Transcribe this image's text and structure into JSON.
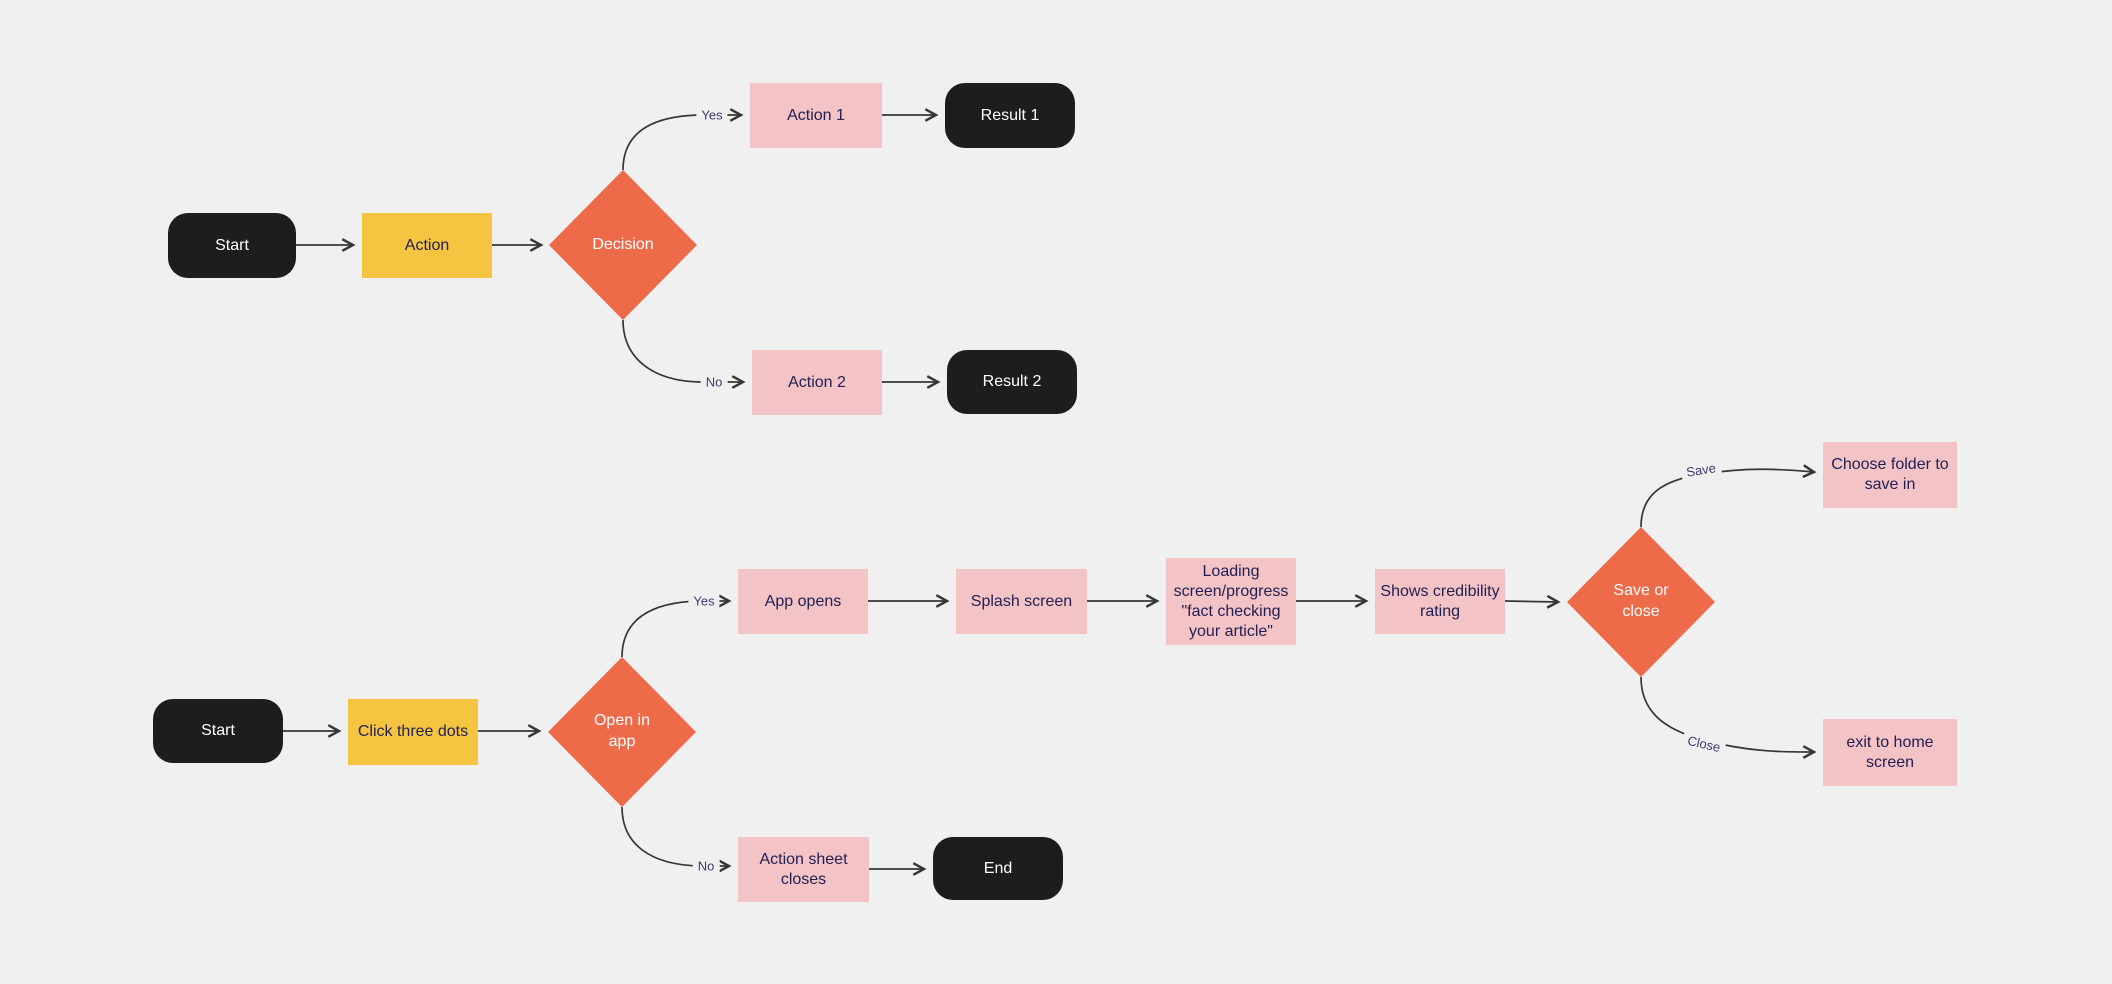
{
  "colors": {
    "bg": "#F0F0F0",
    "node_black": "#1D1D1D",
    "node_yellow": "#F5C542",
    "node_orange": "#EE6B4A",
    "node_pink": "#F3C3C5",
    "text_dark": "#232053",
    "text_light": "#FFFFFF",
    "connector": "#363636",
    "edge_label": "#3E3D70"
  },
  "flow1": {
    "start": "Start",
    "action": "Action",
    "decision": "Decision",
    "yes": "Yes",
    "no": "No",
    "action1": "Action 1",
    "result1": "Result 1",
    "action2": "Action 2",
    "result2": "Result 2"
  },
  "flow2": {
    "start": "Start",
    "click_three_dots": "Click three dots",
    "open_in_app": "Open in app",
    "yes": "Yes",
    "no": "No",
    "app_opens": "App opens",
    "splash_screen": "Splash screen",
    "loading": "Loading screen/progress \"fact checking your article\"",
    "credibility": "Shows credibility rating",
    "save_or_close": "Save or close",
    "save": "Save",
    "close": "Close",
    "choose_folder": "Choose folder to save in",
    "exit_home": "exit to home screen",
    "action_sheet": "Action sheet closes",
    "end": "End"
  },
  "edges": [
    {
      "from": "flow1.start",
      "to": "flow1.action",
      "label": ""
    },
    {
      "from": "flow1.action",
      "to": "flow1.decision",
      "label": ""
    },
    {
      "from": "flow1.decision",
      "to": "flow1.action1",
      "label": "Yes"
    },
    {
      "from": "flow1.action1",
      "to": "flow1.result1",
      "label": ""
    },
    {
      "from": "flow1.decision",
      "to": "flow1.action2",
      "label": "No"
    },
    {
      "from": "flow1.action2",
      "to": "flow1.result2",
      "label": ""
    },
    {
      "from": "flow2.start",
      "to": "flow2.click_three_dots",
      "label": ""
    },
    {
      "from": "flow2.click_three_dots",
      "to": "flow2.open_in_app",
      "label": ""
    },
    {
      "from": "flow2.open_in_app",
      "to": "flow2.app_opens",
      "label": "Yes"
    },
    {
      "from": "flow2.app_opens",
      "to": "flow2.splash_screen",
      "label": ""
    },
    {
      "from": "flow2.splash_screen",
      "to": "flow2.loading",
      "label": ""
    },
    {
      "from": "flow2.loading",
      "to": "flow2.credibility",
      "label": ""
    },
    {
      "from": "flow2.credibility",
      "to": "flow2.save_or_close",
      "label": ""
    },
    {
      "from": "flow2.save_or_close",
      "to": "flow2.choose_folder",
      "label": "Save"
    },
    {
      "from": "flow2.save_or_close",
      "to": "flow2.exit_home",
      "label": "Close"
    },
    {
      "from": "flow2.open_in_app",
      "to": "flow2.action_sheet",
      "label": "No"
    },
    {
      "from": "flow2.action_sheet",
      "to": "flow2.end",
      "label": ""
    }
  ]
}
